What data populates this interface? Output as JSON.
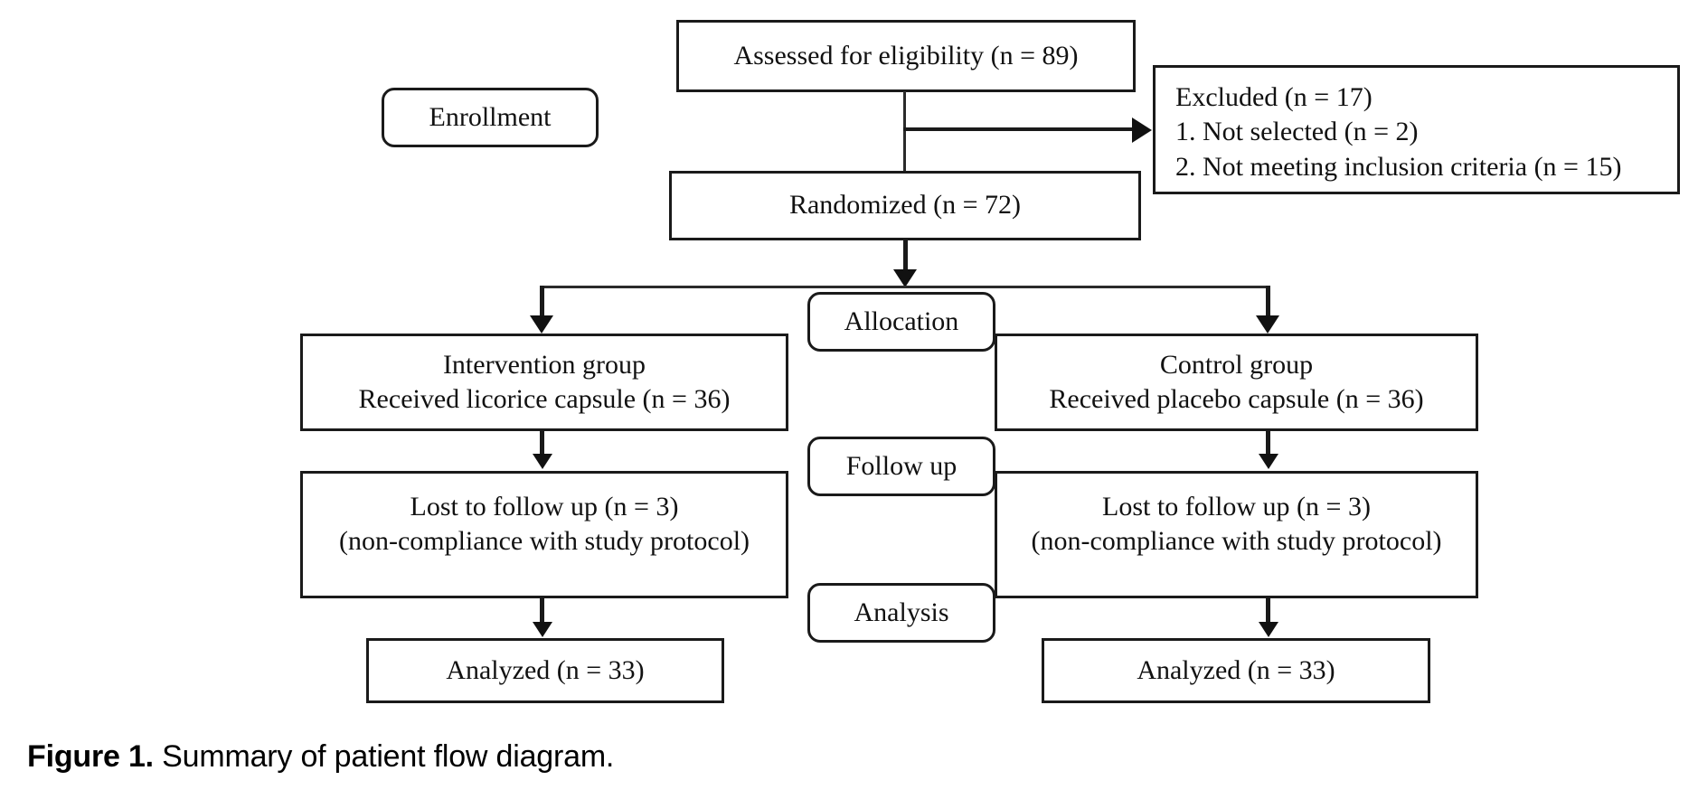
{
  "figure": {
    "caption_label": "Figure 1.",
    "caption_text": " Summary of patient flow diagram.",
    "background_color": "#ffffff",
    "line_color": "#1a1a1a",
    "text_color": "#111111"
  },
  "chart_data": {
    "type": "diagram",
    "title": "Summary of patient flow diagram",
    "diagram_kind": "CONSORT participant flow",
    "stages": [
      "Enrollment",
      "Allocation",
      "Follow up",
      "Analysis"
    ],
    "nodes": [
      {
        "id": "assessed",
        "label": "Assessed for eligibility (n = 89)",
        "n": 89
      },
      {
        "id": "excluded",
        "label": "Excluded (n = 17)",
        "n": 17
      },
      {
        "id": "excluded_1",
        "label": "Not selected (n = 2)",
        "n": 2
      },
      {
        "id": "excluded_2",
        "label": "Not meeting inclusion criteria (n = 15)",
        "n": 15
      },
      {
        "id": "randomized",
        "label": "Randomized (n = 72)",
        "n": 72
      },
      {
        "id": "intervention",
        "label": "Intervention group / Received licorice capsule (n = 36)",
        "n": 36
      },
      {
        "id": "control",
        "label": "Control group / Received placebo capsule (n = 36)",
        "n": 36
      },
      {
        "id": "lost_left",
        "label": "Lost to follow up (n = 3) (non-compliance with study protocol)",
        "n": 3
      },
      {
        "id": "lost_right",
        "label": "Lost to follow up (n = 3) (non-compliance with study protocol)",
        "n": 3
      },
      {
        "id": "analyzed_left",
        "label": "Analyzed (n = 33)",
        "n": 33
      },
      {
        "id": "analyzed_right",
        "label": "Analyzed (n = 33)",
        "n": 33
      }
    ],
    "edges": [
      {
        "from": "assessed",
        "to": "excluded",
        "style": "arrow-right"
      },
      {
        "from": "assessed",
        "to": "randomized",
        "style": "line-down"
      },
      {
        "from": "randomized",
        "to": "intervention",
        "style": "arrow-down-split-left"
      },
      {
        "from": "randomized",
        "to": "control",
        "style": "arrow-down-split-right"
      },
      {
        "from": "intervention",
        "to": "lost_left",
        "style": "arrow-down"
      },
      {
        "from": "control",
        "to": "lost_right",
        "style": "arrow-down"
      },
      {
        "from": "lost_left",
        "to": "analyzed_left",
        "style": "arrow-down"
      },
      {
        "from": "lost_right",
        "to": "analyzed_right",
        "style": "arrow-down"
      }
    ]
  },
  "stage_labels": {
    "enrollment": "Enrollment",
    "allocation": "Allocation",
    "follow_up": "Follow up",
    "analysis": "Analysis"
  },
  "boxes": {
    "assessed": {
      "line1": "Assessed for eligibility (n = 89)"
    },
    "excluded": {
      "line1": "Excluded (n = 17)",
      "item1_num": "1.",
      "item1_text": "Not selected (n = 2)",
      "item2_num": "2.",
      "item2_text": "Not meeting inclusion criteria (n = 15)"
    },
    "randomized": {
      "line1": "Randomized (n = 72)"
    },
    "intervention": {
      "line1": "Intervention group",
      "line2": "Received licorice capsule (n = 36)"
    },
    "control": {
      "line1": "Control group",
      "line2": "Received placebo capsule (n = 36)"
    },
    "lost_left": {
      "line1": "Lost to follow up (n = 3)",
      "line2": "(non-compliance with study protocol)"
    },
    "lost_right": {
      "line1": "Lost to follow up (n = 3)",
      "line2": "(non-compliance with study protocol)"
    },
    "analyzed_left": {
      "line1": "Analyzed (n = 33)"
    },
    "analyzed_right": {
      "line1": "Analyzed (n = 33)"
    }
  }
}
